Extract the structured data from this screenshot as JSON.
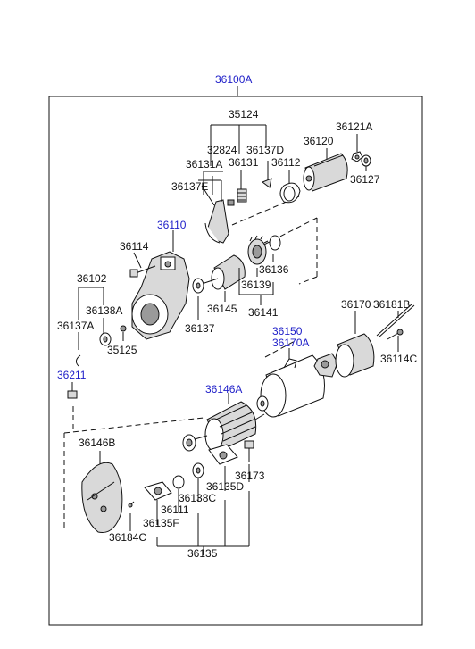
{
  "colors": {
    "link_blue": "#1d1dc8",
    "line": "#111111",
    "background": "#ffffff"
  },
  "diagram": {
    "labels": {
      "assembly": "36100A",
      "p35124": "35124",
      "p36121A": "36121A",
      "p36120": "36120",
      "p32824": "32824",
      "p36137D": "36137D",
      "p36131A": "36131A",
      "p36131": "36131",
      "p36112": "36112",
      "p36127": "36127",
      "p36137E": "36137E",
      "p36110": "36110",
      "p36114": "36114",
      "p36136": "36136",
      "p36102": "36102",
      "p36139": "36139",
      "p36138A": "36138A",
      "p36145": "36145",
      "p36141": "36141",
      "p36137A": "36137A",
      "p36137": "36137",
      "p35125": "35125",
      "p36170": "36170",
      "p36181B": "36181B",
      "p36150": "36150",
      "p36170A": "36170A",
      "p36114C": "36114C",
      "p36211": "36211",
      "p36146A": "36146A",
      "p36146B": "36146B",
      "p36173": "36173",
      "p36135D": "36135D",
      "p36138C": "36138C",
      "p36111": "36111",
      "p36135F": "36135F",
      "p36184C": "36184C",
      "p36135": "36135"
    }
  }
}
